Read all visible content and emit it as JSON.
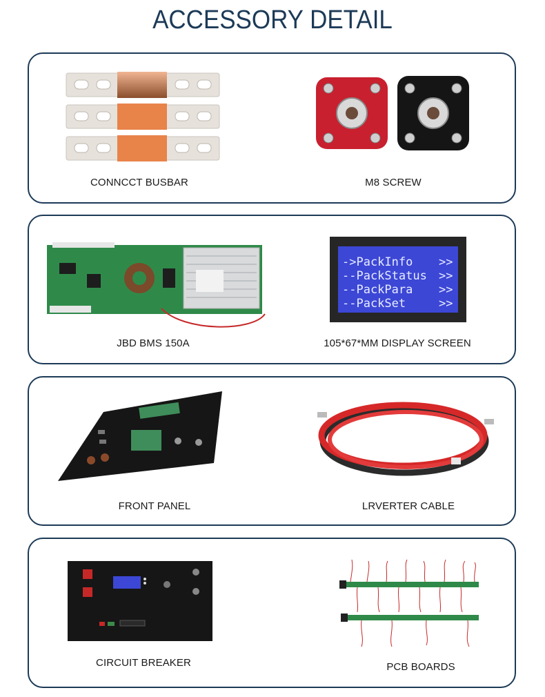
{
  "page": {
    "title": "ACCESSORY DETAIL"
  },
  "accent": "#1c3a57",
  "items": [
    {
      "caption": "CONNCCT BUSBAR",
      "icon": "busbar-image"
    },
    {
      "caption": "M8 SCREW",
      "icon": "m8-screw-image"
    },
    {
      "caption": "JBD BMS 150A",
      "icon": "bms-board-image"
    },
    {
      "caption": "105*67*MM DISPLAY SCREEN",
      "icon": "display-screen-image",
      "screen_lines": [
        "->PackInfo",
        "--PackStatus",
        "--PackPara",
        "--PackSet"
      ],
      "screen_arrow": ">>"
    },
    {
      "caption": "FRONT PANEL",
      "icon": "front-panel-image"
    },
    {
      "caption": "LRVERTER CABLE",
      "icon": "cable-image"
    },
    {
      "caption": "CIRCUIT BREAKER",
      "icon": "circuit-breaker-image"
    },
    {
      "caption": "PCB BOARDS",
      "icon": "pcb-boards-image"
    }
  ]
}
